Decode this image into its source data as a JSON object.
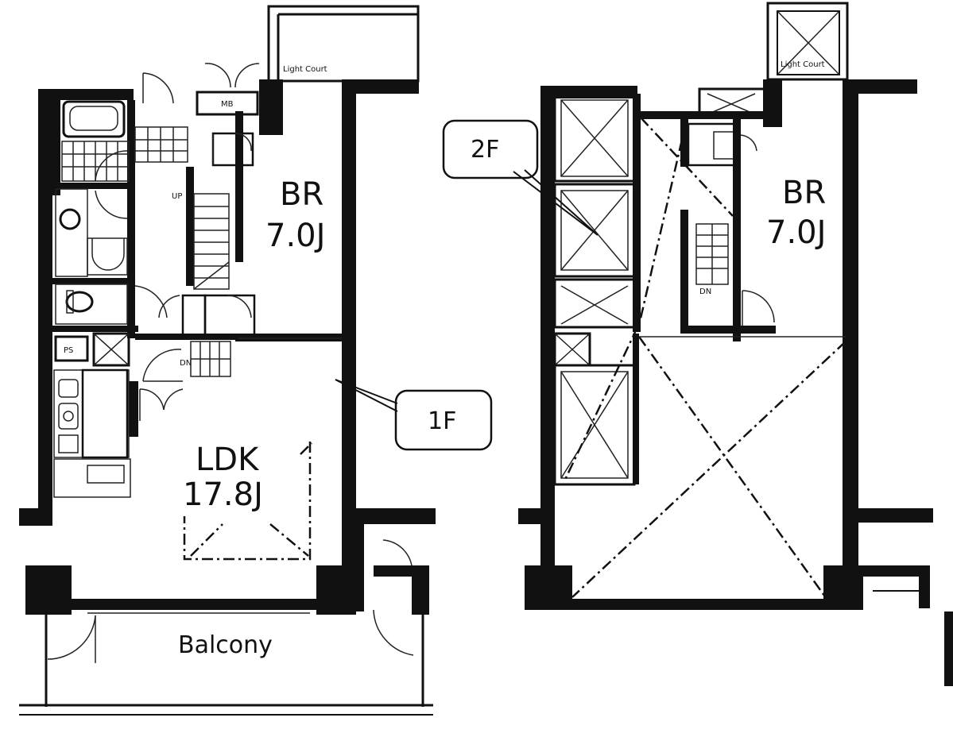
{
  "floor_1": {
    "br_label": "BR",
    "br_size": "7.0J",
    "ldk_label": "LDK",
    "ldk_size": "17.8J",
    "balcony_label": "Balcony",
    "light_court_label": "Light Court",
    "mb_label": "MB",
    "ps_label": "PS",
    "up_label": "UP",
    "dn_label": "DN",
    "callout": "1F"
  },
  "floor_2": {
    "br_label": "BR",
    "br_size": "7.0J",
    "light_court_label": "Light Court",
    "dn_label": "DN",
    "callout": "2F"
  }
}
